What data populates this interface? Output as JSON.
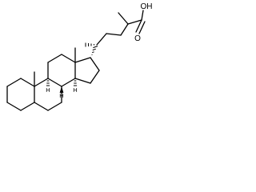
{
  "structure": {
    "labels": {
      "carbonyl_o": "O",
      "hydroxyl": "OH",
      "h8": "H",
      "h9": "H",
      "h14": "H"
    }
  }
}
